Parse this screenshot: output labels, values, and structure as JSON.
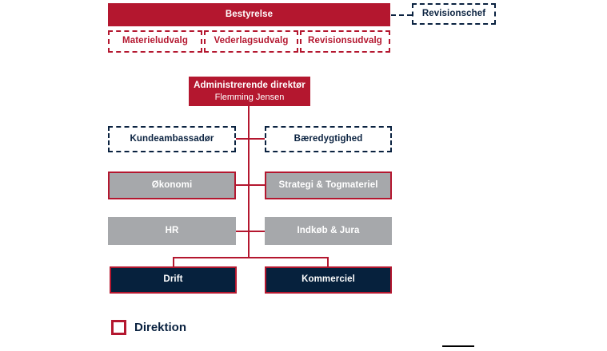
{
  "chart": {
    "type": "org-chart",
    "language": "da",
    "colors": {
      "red": "#B4172F",
      "navy": "#06213D",
      "gray": "#A6A8AB",
      "white": "#FFFFFF",
      "legend_text": "#0A2240"
    }
  },
  "board": {
    "label": "Bestyrelse"
  },
  "audit_chief": {
    "label": "Revisionschef"
  },
  "committees": [
    {
      "label": "Materieludvalg"
    },
    {
      "label": "Vederlagsudvalg"
    },
    {
      "label": "Revisionsudvalg"
    }
  ],
  "ceo": {
    "title": "Administrerende direktør",
    "name": "Flemming Jensen"
  },
  "staff_units": [
    {
      "label": "Kundeambassadør"
    },
    {
      "label": "Bæredygtighed"
    }
  ],
  "departments_outlined": [
    {
      "label": "Økonomi"
    },
    {
      "label": "Strategi & Togmateriel"
    }
  ],
  "departments_plain": [
    {
      "label": "HR"
    },
    {
      "label": "Indkøb & Jura"
    }
  ],
  "divisions": [
    {
      "label": "Drift"
    },
    {
      "label": "Kommerciel"
    }
  ],
  "legend": {
    "label": "Direktion"
  }
}
